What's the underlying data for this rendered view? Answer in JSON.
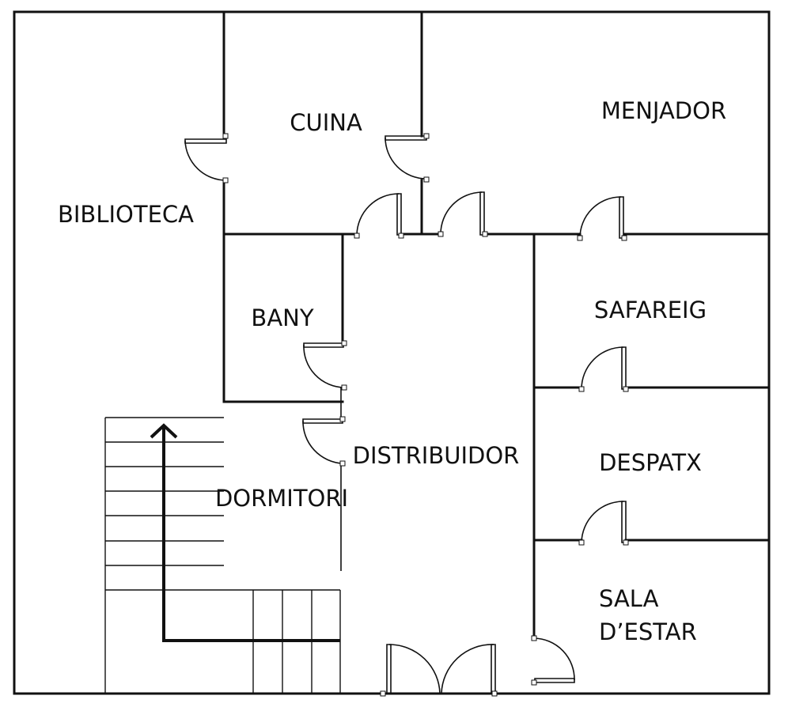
{
  "floor_plan": {
    "rooms": {
      "cuina": "CUINA",
      "menjador": "MENJADOR",
      "biblioteca": "BIBLIOTECA",
      "bany": "BANY",
      "safareig": "SAFAREIG",
      "distribuidor": "DISTRIBUIDOR",
      "despatx": "DESPATX",
      "dormitori": "DORMITORI",
      "sala_line1": "SALA",
      "sala_line2": "D’ESTAR"
    },
    "colors": {
      "line": "#111111",
      "background": "#ffffff"
    }
  }
}
